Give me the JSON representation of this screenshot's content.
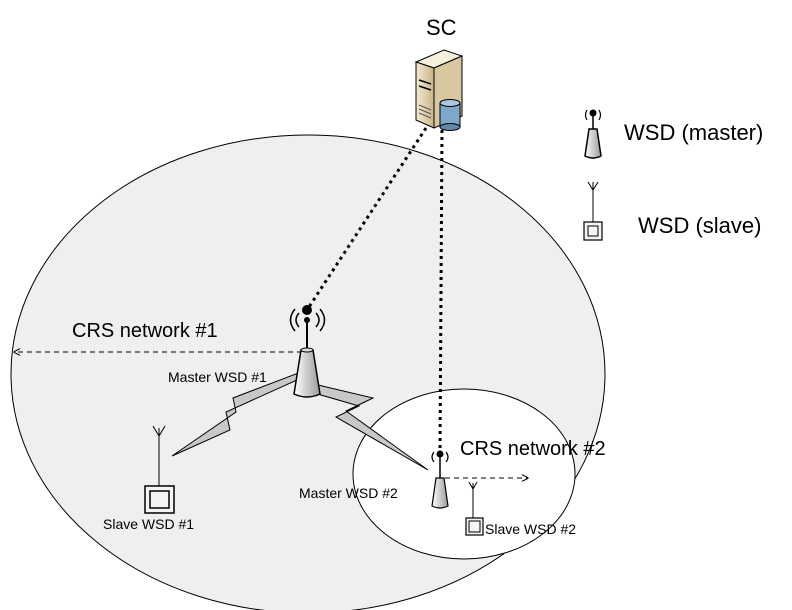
{
  "labels": {
    "server": "SC",
    "legend_master": "WSD (master)",
    "legend_slave": "WSD (slave)",
    "crs1": "CRS network #1",
    "crs2": "CRS network #2",
    "master1": "Master WSD #1",
    "master2": "Master WSD #2",
    "slave1": "Slave WSD #1",
    "slave2": "Slave WSD #2"
  },
  "colors": {
    "network_fill": "#efefef",
    "inner_fill": "#ffffff",
    "bolt_fill": "#c8c8c8",
    "server_body": "#e6d7b4",
    "db_blue": "#7fa7cc"
  },
  "icons": [
    "server-icon",
    "database-icon",
    "master-antenna-icon",
    "slave-antenna-icon",
    "wireless-link-icon"
  ]
}
